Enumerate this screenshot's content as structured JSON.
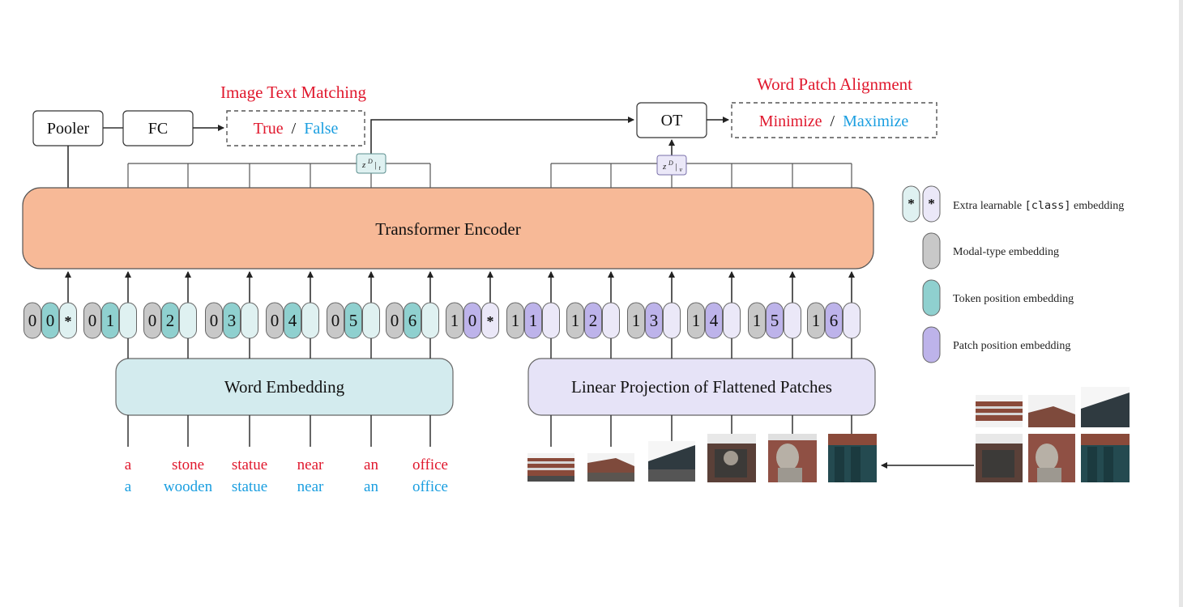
{
  "title_left": "Image Text Matching",
  "title_right": "Word Patch Alignment",
  "pooler_label": "Pooler",
  "fc_label": "FC",
  "itm_output": {
    "true": "True",
    "sep": "/",
    "false": "False"
  },
  "ot_label": "OT",
  "wpa_output": {
    "min": "Minimize",
    "sep": "/",
    "max": "Maximize"
  },
  "encoder_label": "Transformer Encoder",
  "word_embedding_label": "Word Embedding",
  "patch_projection_label": "Linear Projection of Flattened Patches",
  "z_text_label": "z",
  "z_text_sup": "D",
  "z_text_sub": "t",
  "z_img_sub": "v",
  "text_tokens": [
    {
      "modal": "0",
      "pos": "0",
      "third": "*"
    },
    {
      "modal": "0",
      "pos": "1",
      "third": ""
    },
    {
      "modal": "0",
      "pos": "2",
      "third": ""
    },
    {
      "modal": "0",
      "pos": "3",
      "third": ""
    },
    {
      "modal": "0",
      "pos": "4",
      "third": ""
    },
    {
      "modal": "0",
      "pos": "5",
      "third": ""
    },
    {
      "modal": "0",
      "pos": "6",
      "third": ""
    }
  ],
  "image_tokens": [
    {
      "modal": "1",
      "pos": "0",
      "third": "*"
    },
    {
      "modal": "1",
      "pos": "1",
      "third": ""
    },
    {
      "modal": "1",
      "pos": "2",
      "third": ""
    },
    {
      "modal": "1",
      "pos": "3",
      "third": ""
    },
    {
      "modal": "1",
      "pos": "4",
      "third": ""
    },
    {
      "modal": "1",
      "pos": "5",
      "third": ""
    },
    {
      "modal": "1",
      "pos": "6",
      "third": ""
    }
  ],
  "words_original": [
    "a",
    "stone",
    "statue",
    "near",
    "an",
    "office"
  ],
  "words_replaced": [
    "a",
    "wooden",
    "statue",
    "near",
    "an",
    "office"
  ],
  "legend": {
    "class_star": "*",
    "class_prefix": "Extra learnable ",
    "class_code": "[class]",
    "class_suffix": " embedding",
    "modal": "Modal-type embedding",
    "token": "Token position embedding",
    "patch": "Patch position embedding"
  },
  "colors": {
    "red": "#e0182d",
    "blue": "#1a9ee0",
    "encoder_fill": "#f7b997",
    "word_emb_fill": "#d3ebee",
    "patch_proj_fill": "#e6e3f7",
    "modal_gray": "#c8c8c8",
    "token_teal": "#8fd0cf",
    "patch_purple": "#bdb3ea",
    "light_teal": "#dff1f1",
    "light_purple": "#ebe8f8"
  }
}
